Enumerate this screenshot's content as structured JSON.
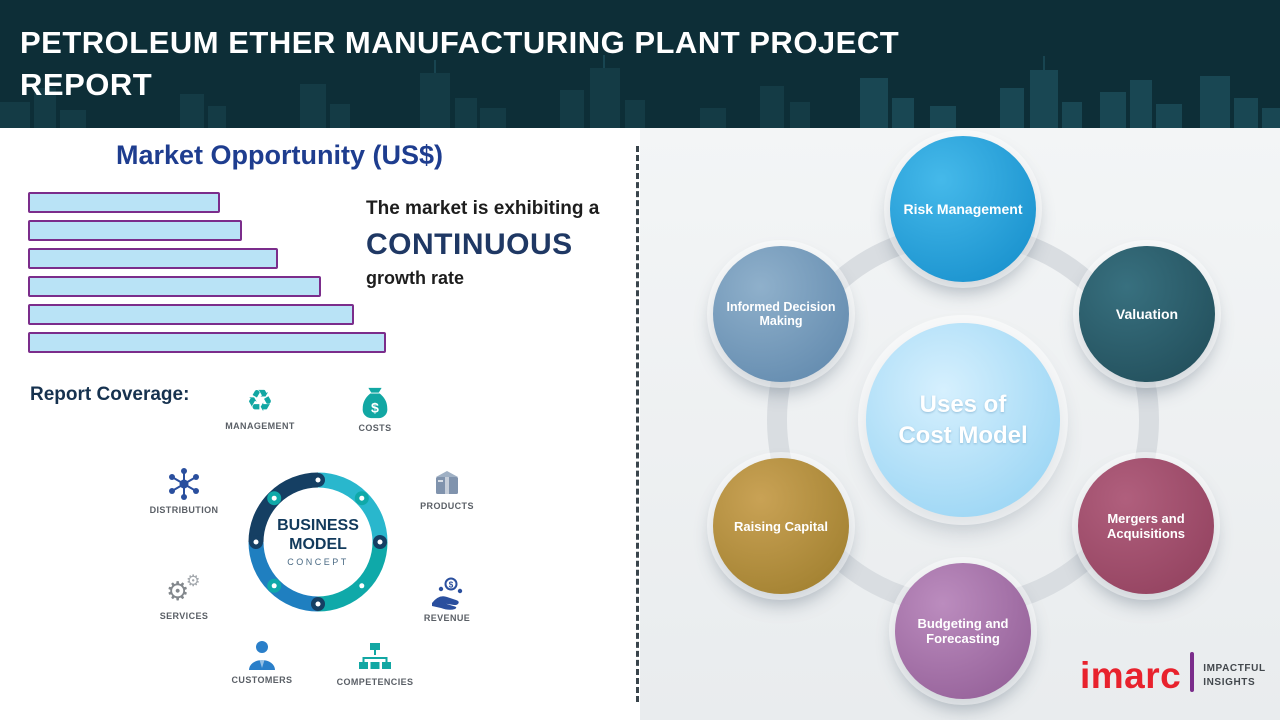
{
  "header": {
    "title": "PETROLEUM ETHER MANUFACTURING PLANT PROJECT REPORT"
  },
  "market": {
    "title": "Market Opportunity (US$)",
    "statement_prefix": "The market is exhibiting a",
    "statement_highlight": "CONTINUOUS",
    "statement_suffix": "growth rate"
  },
  "chart_data": {
    "type": "bar",
    "orientation": "horizontal",
    "title": "Market Opportunity (US$)",
    "categories": [
      "",
      "",
      "",
      "",
      "",
      ""
    ],
    "values": [
      53,
      59,
      69,
      81,
      90,
      99
    ],
    "value_note": "relative bar lengths as percent of longest bar; no axis or tick labels shown",
    "bar_fill": "#b9e3f6",
    "bar_border": "#7b2d8b",
    "grid": false,
    "legend": false
  },
  "report_coverage": {
    "title": "Report Coverage:",
    "center": {
      "line1": "BUSINESS",
      "line2": "MODEL",
      "line3": "CONCEPT"
    },
    "items": [
      {
        "label": "MANAGEMENT",
        "icon": "recycle-bulb-icon"
      },
      {
        "label": "COSTS",
        "icon": "money-bag-icon"
      },
      {
        "label": "DISTRIBUTION",
        "icon": "network-hub-icon"
      },
      {
        "label": "PRODUCTS",
        "icon": "package-box-icon"
      },
      {
        "label": "SERVICES",
        "icon": "gears-icon"
      },
      {
        "label": "REVENUE",
        "icon": "hand-coin-icon"
      },
      {
        "label": "CUSTOMERS",
        "icon": "person-icon"
      },
      {
        "label": "COMPETENCIES",
        "icon": "org-chart-icon"
      }
    ]
  },
  "cost_model": {
    "center": {
      "line1": "Uses of",
      "line2": "Cost Model",
      "color": "#9ed7f3"
    },
    "items": [
      {
        "label": "Risk Management",
        "color": "#1a93d1"
      },
      {
        "label": "Valuation",
        "color": "#24505d"
      },
      {
        "label": "Mergers and Acquisitions",
        "color": "#9c4663"
      },
      {
        "label": "Budgeting and Forecasting",
        "color": "#9d699f"
      },
      {
        "label": "Raising Capital",
        "color": "#ab8a38"
      },
      {
        "label": "Informed Decision Making",
        "color": "#6e94b6"
      }
    ]
  },
  "logo": {
    "brand": "imarc",
    "tagline_line1": "IMPACTFUL",
    "tagline_line2": "INSIGHTS",
    "color": "#e8222d"
  }
}
